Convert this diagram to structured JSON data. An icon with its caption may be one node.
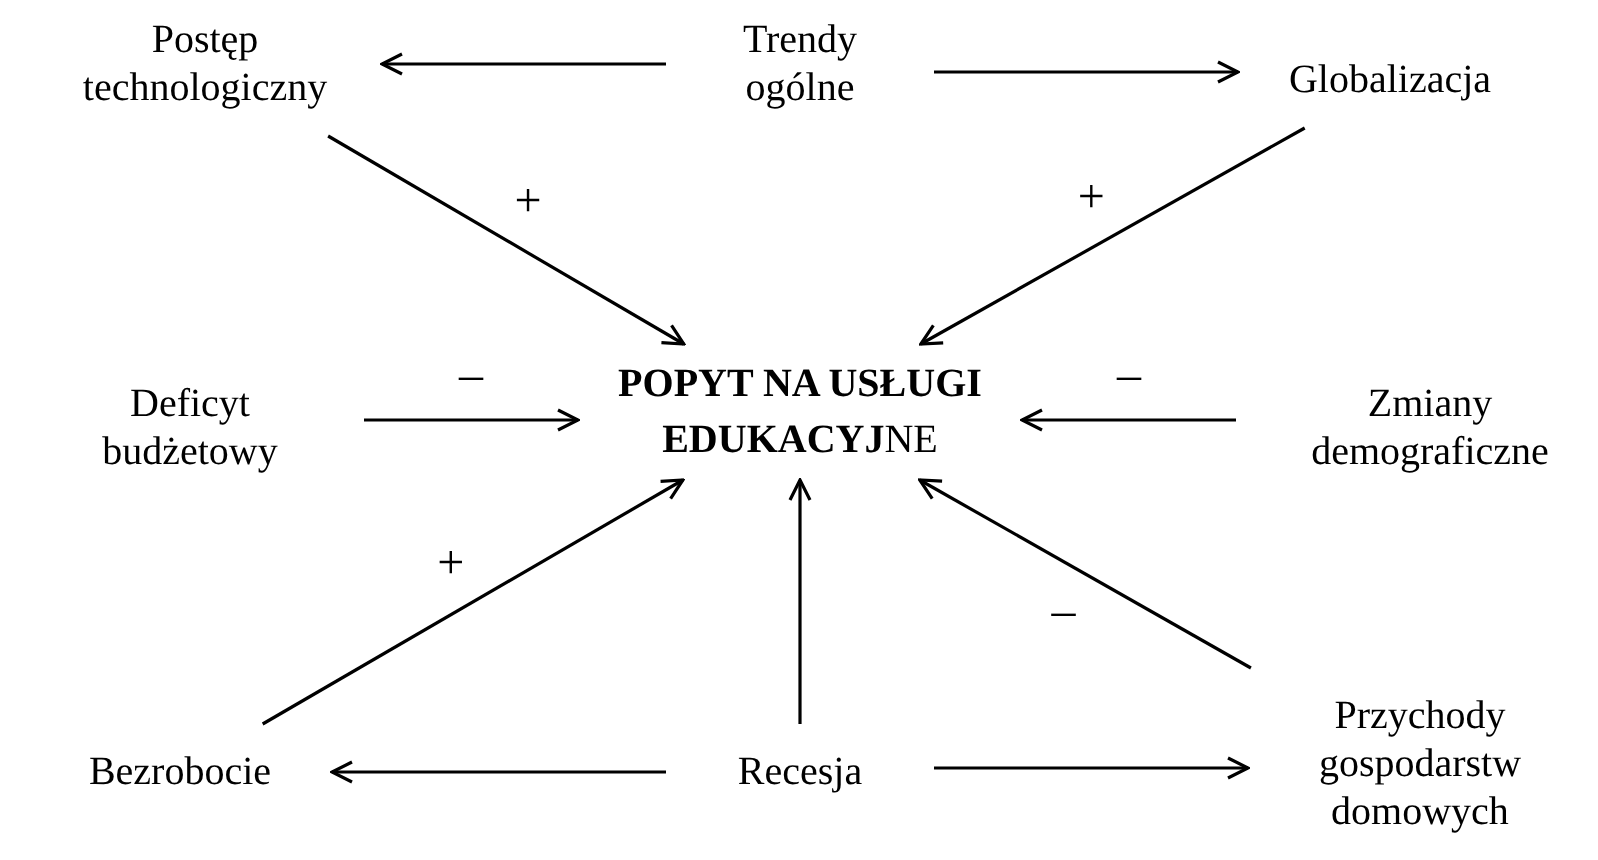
{
  "diagram": {
    "nodes": [
      {
        "text": [
          "Trendy ogólne"
        ]
      },
      {
        "text": [
          "Postęp technologiczny"
        ]
      },
      {
        "text": [
          "Globalizacja"
        ]
      },
      {
        "text": [
          "Deficyt budżetowy"
        ]
      },
      {
        "text": [
          "**POPYT NA USŁUGI EDUKACYJ**NE"
        ]
      },
      {
        "text": [
          "Zmiany demograficzne"
        ]
      },
      {
        "text": [
          "Bezrobocie"
        ]
      },
      {
        "text": [
          "Recesja"
        ]
      },
      {
        "text": [
          "Przychody gospodarstw domowych"
        ]
      }
    ],
    "edges": [
      {
        "from": 0,
        "to": 1,
        "arrow": "to"
      },
      {
        "from": 0,
        "to": 2,
        "arrow": "to"
      },
      {
        "from": 1,
        "to": 4,
        "arrow": "to",
        "label": "+"
      },
      {
        "from": 2,
        "to": 4,
        "arrow": "to",
        "label": "+"
      },
      {
        "from": 3,
        "to": 4,
        "arrow": "to",
        "label": "–"
      },
      {
        "from": 5,
        "to": 4,
        "arrow": "to",
        "label": "–"
      },
      {
        "from": 6,
        "to": 4,
        "arrow": "to",
        "label": "+"
      },
      {
        "from": 7,
        "to": 4,
        "arrow": "to"
      },
      {
        "from": 8,
        "to": 4,
        "arrow": "to",
        "label": "–"
      },
      {
        "from": 7,
        "to": 6,
        "arrow": "to"
      },
      {
        "from": 7,
        "to": 8,
        "arrow": "to"
      }
    ]
  }
}
